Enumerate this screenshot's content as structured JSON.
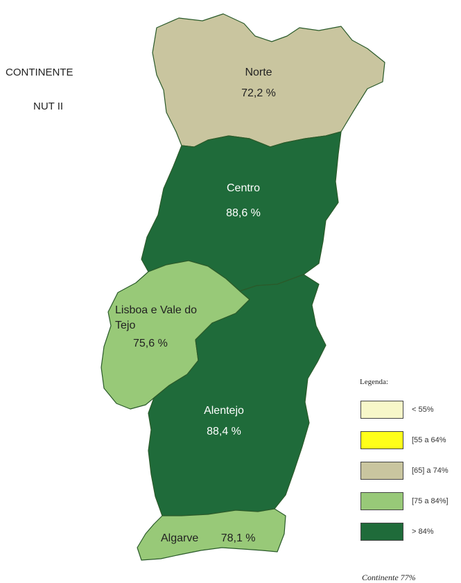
{
  "heading": {
    "line1": "CONTINENTE",
    "line2": "NUT II"
  },
  "colors": {
    "lt55": "#f7f7c9",
    "55to64": "#ffff1a",
    "65to74": "#c9c59f",
    "75to84": "#98c978",
    "gt84": "#1f6b3a",
    "border": "#2a5a2a"
  },
  "regions": [
    {
      "id": "norte",
      "name": "Norte",
      "value": "72,2 %",
      "category": "65to74"
    },
    {
      "id": "centro",
      "name": "Centro",
      "value": "88,6 %",
      "category": "gt84"
    },
    {
      "id": "lisboa",
      "name": "Lisboa e Vale do Tejo",
      "value": "75,6 %",
      "category": "75to84"
    },
    {
      "id": "alentejo",
      "name": "Alentejo",
      "value": "88,4 %",
      "category": "gt84"
    },
    {
      "id": "algarve",
      "name": "Algarve",
      "value": "78,1 %",
      "category": "75to84"
    }
  ],
  "legend": {
    "title": "Legenda:",
    "items": [
      {
        "label": "< 55%",
        "color": "#f7f7c9"
      },
      {
        "label": "[55 a 64%",
        "color": "#ffff1a"
      },
      {
        "label": "[65] a 74%",
        "color": "#c9c59f"
      },
      {
        "label": "[75 a 84%]",
        "color": "#98c978"
      },
      {
        "label": "> 84%",
        "color": "#1f6b3a"
      }
    ]
  },
  "footer": "Continente 77%"
}
